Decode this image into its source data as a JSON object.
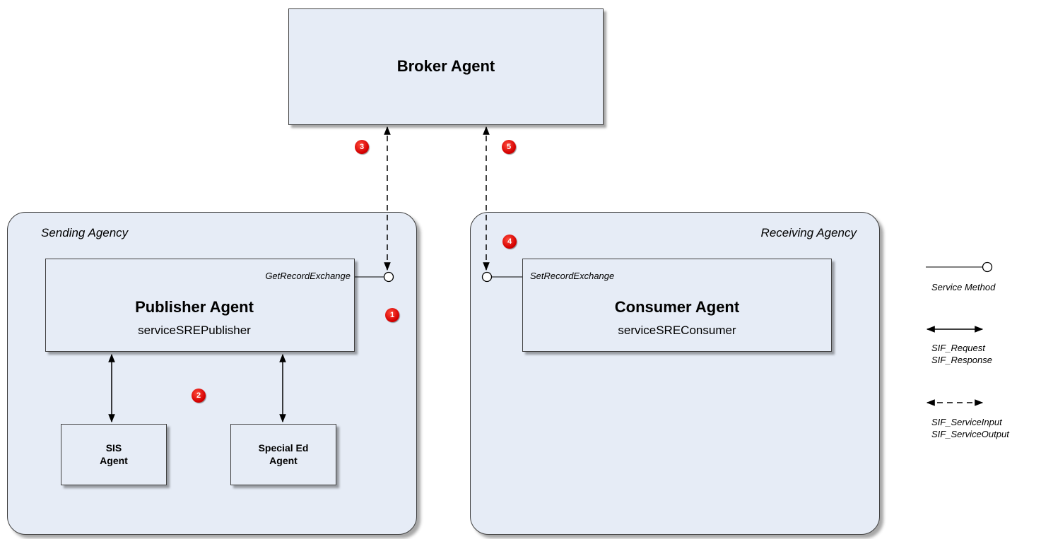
{
  "broker": {
    "title": "Broker Agent"
  },
  "sending_agency": {
    "label": "Sending Agency",
    "publisher": {
      "title": "Publisher Agent",
      "service": "serviceSREPublisher",
      "method": "GetRecordExchange"
    },
    "sis_agent": {
      "line1": "SIS",
      "line2": "Agent"
    },
    "special_ed_agent": {
      "line1": "Special Ed",
      "line2": "Agent"
    }
  },
  "receiving_agency": {
    "label": "Receiving Agency",
    "consumer": {
      "title": "Consumer Agent",
      "service": "serviceSREConsumer",
      "method": "SetRecordExchange"
    }
  },
  "badges": [
    "1",
    "2",
    "3",
    "4",
    "5"
  ],
  "legend": {
    "service_method": "Service Method",
    "request_line1": "SIF_Request",
    "request_line2": "SIF_Response",
    "service_line1": "SIF_ServiceInput",
    "service_line2": "SIF_ServiceOutput"
  },
  "colors": {
    "box_fill": "#e6ecf6",
    "border": "#404040",
    "badge": "#d40000"
  }
}
